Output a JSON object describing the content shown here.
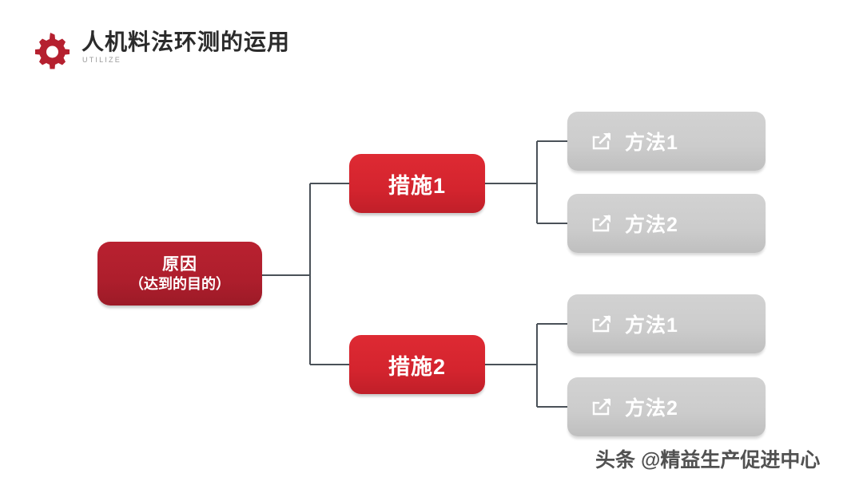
{
  "header": {
    "logo_icon": "gear-icon",
    "title": "人机料法环测的运用",
    "subtitle": "UTILIZE",
    "title_color": "#2b2b2b",
    "logo_color": "#b5202f",
    "subtitle_color": "#9a9a9a"
  },
  "diagram": {
    "type": "tree",
    "root": {
      "line1": "原因",
      "line2": "（达到的目的）",
      "color": "#b0202f"
    },
    "branches": [
      {
        "label": "措施1",
        "color": "#d8262f",
        "children": [
          {
            "icon": "share-icon",
            "label": "方法1",
            "color": "#cccccc"
          },
          {
            "icon": "share-icon",
            "label": "方法2",
            "color": "#cccccc"
          }
        ]
      },
      {
        "label": "措施2",
        "color": "#d8262f",
        "children": [
          {
            "icon": "share-icon",
            "label": "方法1",
            "color": "#cccccc"
          },
          {
            "icon": "share-icon",
            "label": "方法2",
            "color": "#cccccc"
          }
        ]
      }
    ],
    "connector_color": "#4a5158"
  },
  "footer": {
    "watermark": "头条 @精益生产促进中心"
  }
}
